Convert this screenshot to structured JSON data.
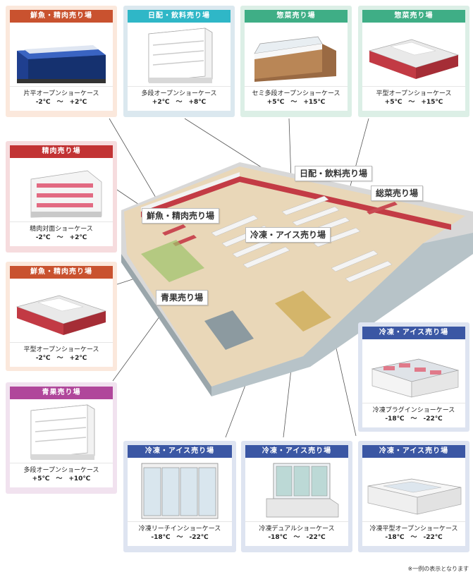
{
  "colors": {
    "seafood_meat": "#c9522f",
    "daily_drinks": "#2fb7c7",
    "deli": "#3fae86",
    "meat": "#c23334",
    "produce": "#b0479b",
    "frozen": "#3b57a4"
  },
  "cards": [
    {
      "id": "seafood-flat",
      "header": "鮮魚・精肉売り場",
      "name": "片平オープンショーケース",
      "temp": "-2℃　～　+2℃",
      "icon": "flat-blue-case"
    },
    {
      "id": "daily-multideck",
      "header": "日配・飲料売り場",
      "name": "多段オープンショーケース",
      "temp": "+2℃　～　+8℃",
      "icon": "multideck-case"
    },
    {
      "id": "deli-semi",
      "header": "惣菜売り場",
      "name": "セミ多段オープンショーケース",
      "temp": "+5℃　～　+15℃",
      "icon": "semi-multideck-case"
    },
    {
      "id": "deli-flat",
      "header": "惣菜売り場",
      "name": "平型オープンショーケース",
      "temp": "+5℃　～　+15℃",
      "icon": "island-case"
    },
    {
      "id": "meat-counter",
      "header": "精肉売り場",
      "name": "精肉対面ショーケース",
      "temp": "-2℃　～　+2℃",
      "icon": "meat-counter-case"
    },
    {
      "id": "seafood-island",
      "header": "鮮魚・精肉売り場",
      "name": "平型オープンショーケース",
      "temp": "-2℃　～　+2℃",
      "icon": "island-case"
    },
    {
      "id": "produce-multideck",
      "header": "青果売り場",
      "name": "多段オープンショーケース",
      "temp": "+5℃　～　+10℃",
      "icon": "multideck-case"
    },
    {
      "id": "frozen-plugin",
      "header": "冷凍・アイス売り場",
      "name": "冷凍プラグインショーケース",
      "temp": "-18℃　～　-22℃",
      "icon": "plugin-freezer"
    },
    {
      "id": "frozen-reachin",
      "header": "冷凍・アイス売り場",
      "name": "冷凍リーチインショーケース",
      "temp": "-18℃　～　-22℃",
      "icon": "reachin-freezer"
    },
    {
      "id": "frozen-dual",
      "header": "冷凍・アイス売り場",
      "name": "冷凍デュアルショーケース",
      "temp": "-18℃　～　-22℃",
      "icon": "dual-freezer"
    },
    {
      "id": "frozen-flat",
      "header": "冷凍・アイス売り場",
      "name": "冷凍平型オープンショーケース",
      "temp": "-18℃　～　-22℃",
      "icon": "flat-freezer"
    }
  ],
  "zones": {
    "daily_drinks": "日配・飲料売り場",
    "deli": "総菜売り場",
    "seafood_meat": "鮮魚・精肉売り場",
    "frozen_ice": "冷凍・アイス売り場",
    "produce": "青果売り場"
  },
  "note": "※一例の表示となります"
}
